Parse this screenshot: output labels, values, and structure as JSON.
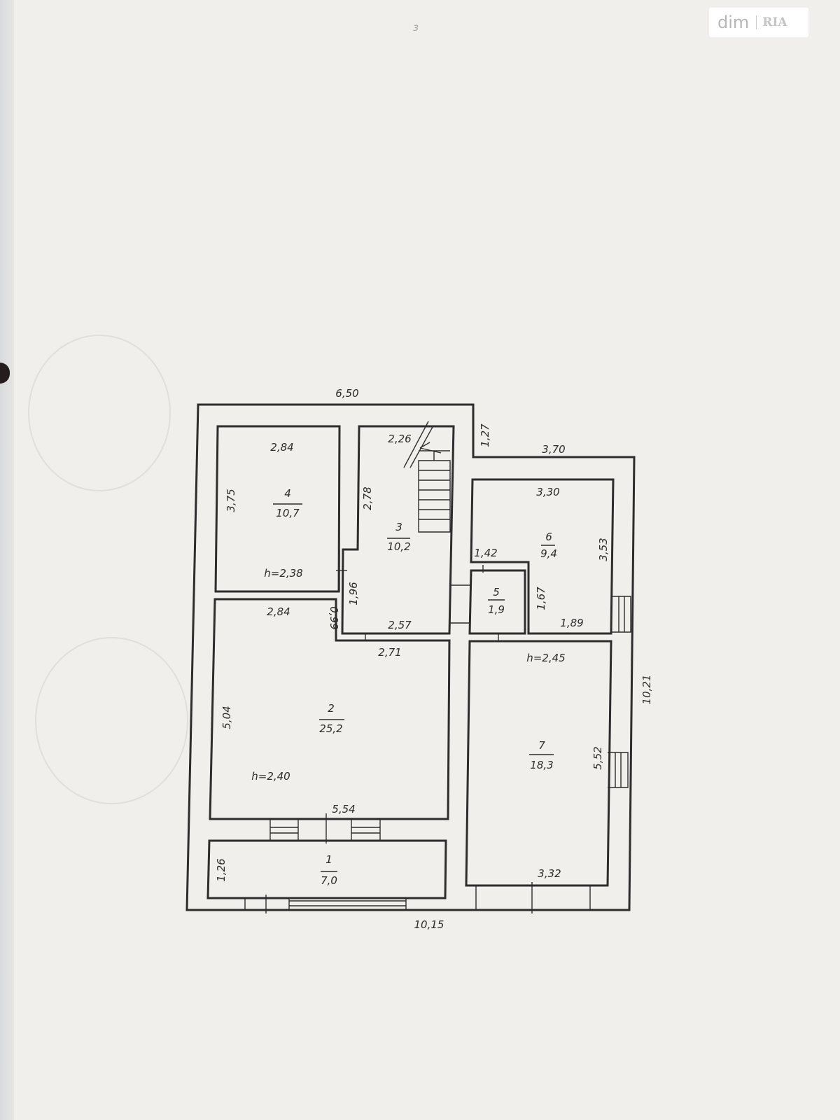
{
  "watermark": {
    "brand": "dim",
    "brand2": "RIA"
  },
  "page_marks": {
    "top_faint": "з"
  },
  "rooms": [
    {
      "number": "1",
      "area": "7,0"
    },
    {
      "number": "2",
      "area": "25,2"
    },
    {
      "number": "3",
      "area": "10,2"
    },
    {
      "number": "4",
      "area": "10,7"
    },
    {
      "number": "5",
      "area": "1,9"
    },
    {
      "number": "6",
      "area": "9,4"
    },
    {
      "number": "7",
      "area": "18,3"
    }
  ],
  "heights": {
    "room4": "h=2,38",
    "room2": "h=2,40",
    "room7": "h=2,45"
  },
  "dimensions": {
    "top_total": "6,50",
    "bottom_total": "10,15",
    "right_total": "10,21",
    "step_side": "1,27",
    "right_top": "3,70",
    "r4_width": "2,84",
    "r4_height": "3,75",
    "r3_top": "2,26",
    "r3_side": "2,78",
    "r3_lower": "1,96",
    "r3_bottom": "2,57",
    "r6_width": "3,30",
    "r6_height": "3,53",
    "r5_width": "1,42",
    "r5_height": "1,67",
    "r6_bottom": "1,89",
    "r2_top": "2,84",
    "r2_small": "0,99",
    "r2_top_right": "2,71",
    "r2_height": "5,04",
    "r2_bottom": "5,54",
    "r7_height": "5,52",
    "r7_bottom": "3,32",
    "r1_height": "1,26"
  }
}
